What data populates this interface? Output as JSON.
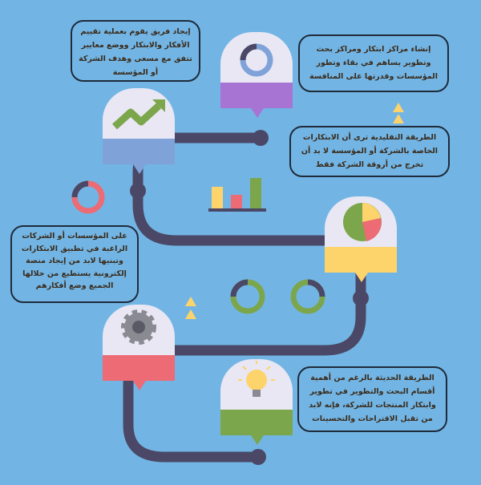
{
  "boxes": {
    "team": "إيجاد فريق يقوم بعملية تقييم الأفكار والابتكار ووضع معايير تتفق مع مسعى وهدف الشركة أو المؤسسة",
    "centers": "إنشاء مراكز ابتكار ومراكز بحث وتطوير يساهم في بقاء وتطور المؤسسات وقدرتها على المنافسة",
    "traditional": "الطريقة التقليدية ترى أن الابتكارات الخاصة بالشركة أو المؤسسة لا بد أن تخرج من أروقة الشركة فقط",
    "platform": "على المؤسسات أو الشركات الراغبة في تطبيق الابتكارات وتبنيها لابد من إيجاد منصة إلكترونية يستطيع من خلالها الجميع وضع أفكارهم",
    "modern": "الطريقة الحديثة بالرغم من أهمية أقسام البحث والتطوير في تطوير وابتكار المنتجات للشركة، فإنه لابد من تقبل الاقتراحات والتحسينات"
  },
  "colors": {
    "background": "#72b5e4",
    "road": "#4a4866",
    "blue": "#7fa3d9",
    "purple": "#a774d4",
    "yellow": "#fdd36c",
    "red": "#ec6b74",
    "green": "#7ca64b"
  }
}
